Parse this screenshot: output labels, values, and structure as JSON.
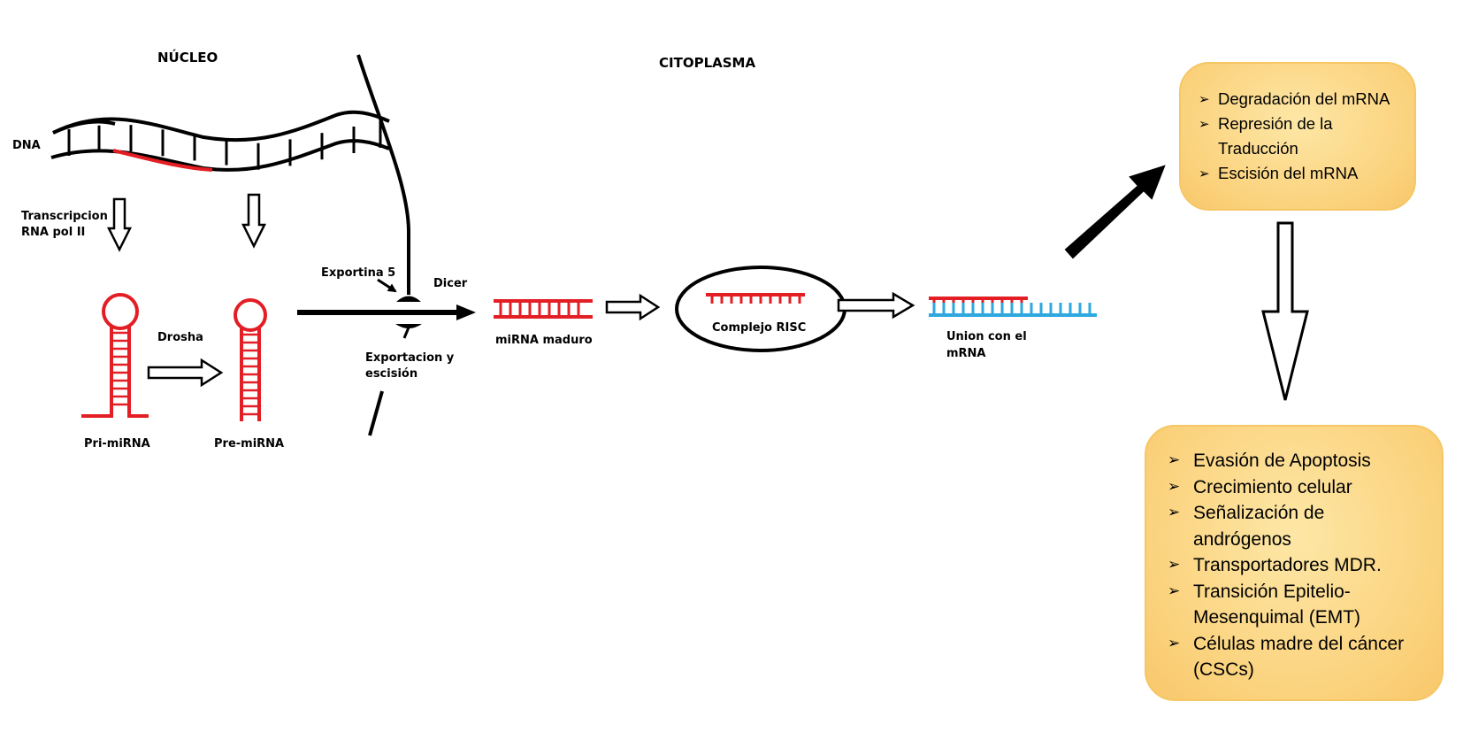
{
  "labels": {
    "nucleo": "NÚCLEO",
    "citoplasma": "CITOPLASMA",
    "dna": "DNA",
    "transcripcion_line1": "Transcripcion",
    "transcripcion_line2": "RNA pol II",
    "drosha": "Drosha",
    "pri_mirna": "Pri-miRNA",
    "pre_mirna": "Pre-miRNA",
    "exportina": "Exportina 5",
    "dicer": "Dicer",
    "exportacion_line1": "Exportacion y",
    "exportacion_line2": "escisión",
    "mirna_maduro": "miRNA maduro",
    "complejo_risc": "Complejo RISC",
    "union_line1": "Union con el",
    "union_line2": "mRNA"
  },
  "top_box": {
    "items": [
      "Degradación del mRNA",
      "Represión de la Traducción",
      "Escisión del mRNA"
    ]
  },
  "bottom_box": {
    "items": [
      "Evasión de Apoptosis",
      "Crecimiento celular",
      "Señalización de andrógenos",
      "Transportadores MDR.",
      "Transición Epitelio-Mesenquimal (EMT)",
      "Células madre del cáncer (CSCs)"
    ]
  },
  "colors": {
    "mirna_red": "#e31e24",
    "mrna_blue": "#2ea8df",
    "box_fill": "#fbd27d"
  }
}
